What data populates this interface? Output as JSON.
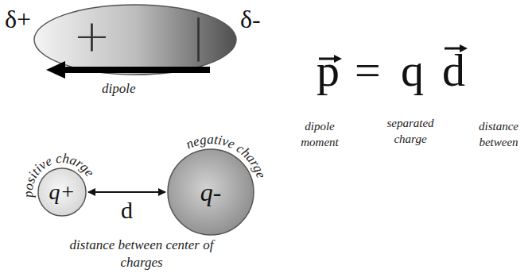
{
  "diagram": {
    "nodes": [
      {
        "text": [
          "+",
          "|"
        ]
      },
      {
        "text": [
          "q+",
          "positive charge"
        ]
      },
      {
        "text": [
          "q-",
          "negative charge"
        ]
      }
    ],
    "edges": [
      {
        "from": 1,
        "to": 2,
        "arrow": "both",
        "label": "d"
      }
    ],
    "labels": [
      "δ+",
      "δ-",
      "dipole",
      "p",
      "=",
      "q",
      "d",
      "dipole moment",
      "separated charge",
      "distance between",
      "distance between center of charges"
    ]
  }
}
